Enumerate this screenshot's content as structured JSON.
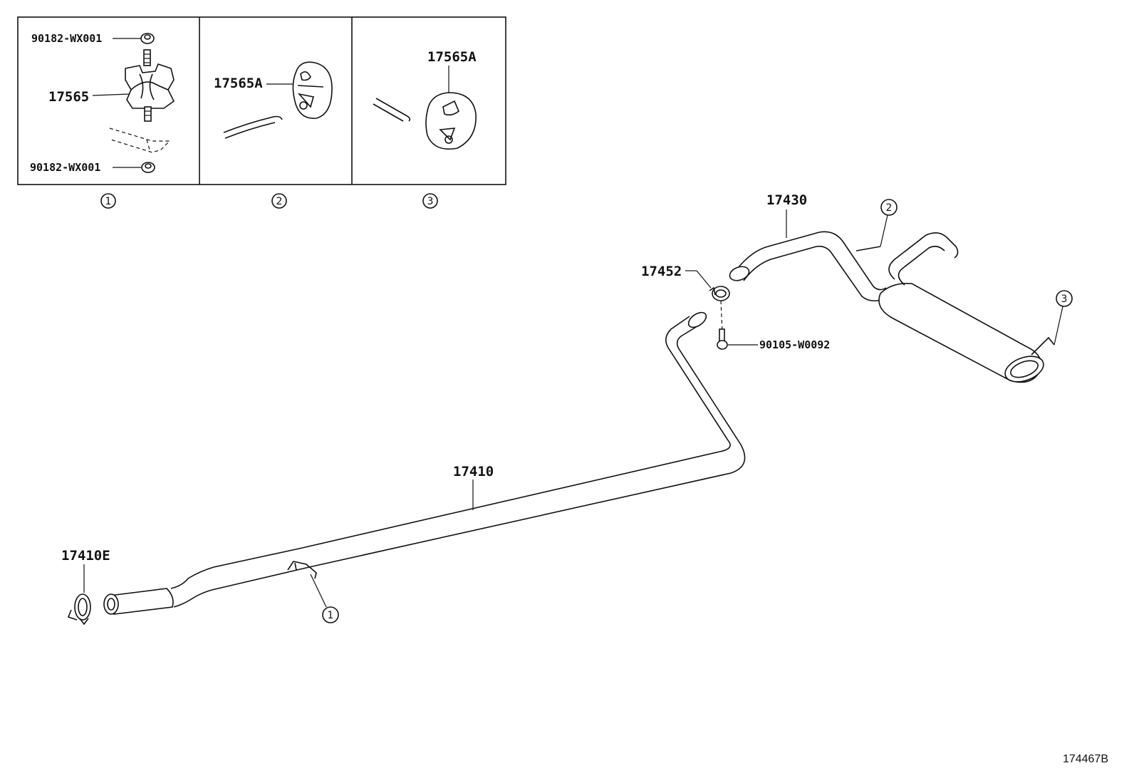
{
  "inset_boxes": [
    {
      "index": "1",
      "labels": {
        "nut_top": "90182-WX001",
        "mount": "17565",
        "nut_bottom": "90182-WX001"
      }
    },
    {
      "index": "2",
      "labels": {
        "hanger": "17565A"
      }
    },
    {
      "index": "3",
      "labels": {
        "hanger": "17565A"
      }
    }
  ],
  "parts": {
    "front_pipe": "17410",
    "front_clamp": "17410E",
    "tail_pipe": "17430",
    "pipe_clamp": "17452",
    "clamp_bolt": "90105-W0092"
  },
  "callouts": {
    "c1": "1",
    "c2": "2",
    "c3": "3"
  },
  "figure_id": "174467B"
}
